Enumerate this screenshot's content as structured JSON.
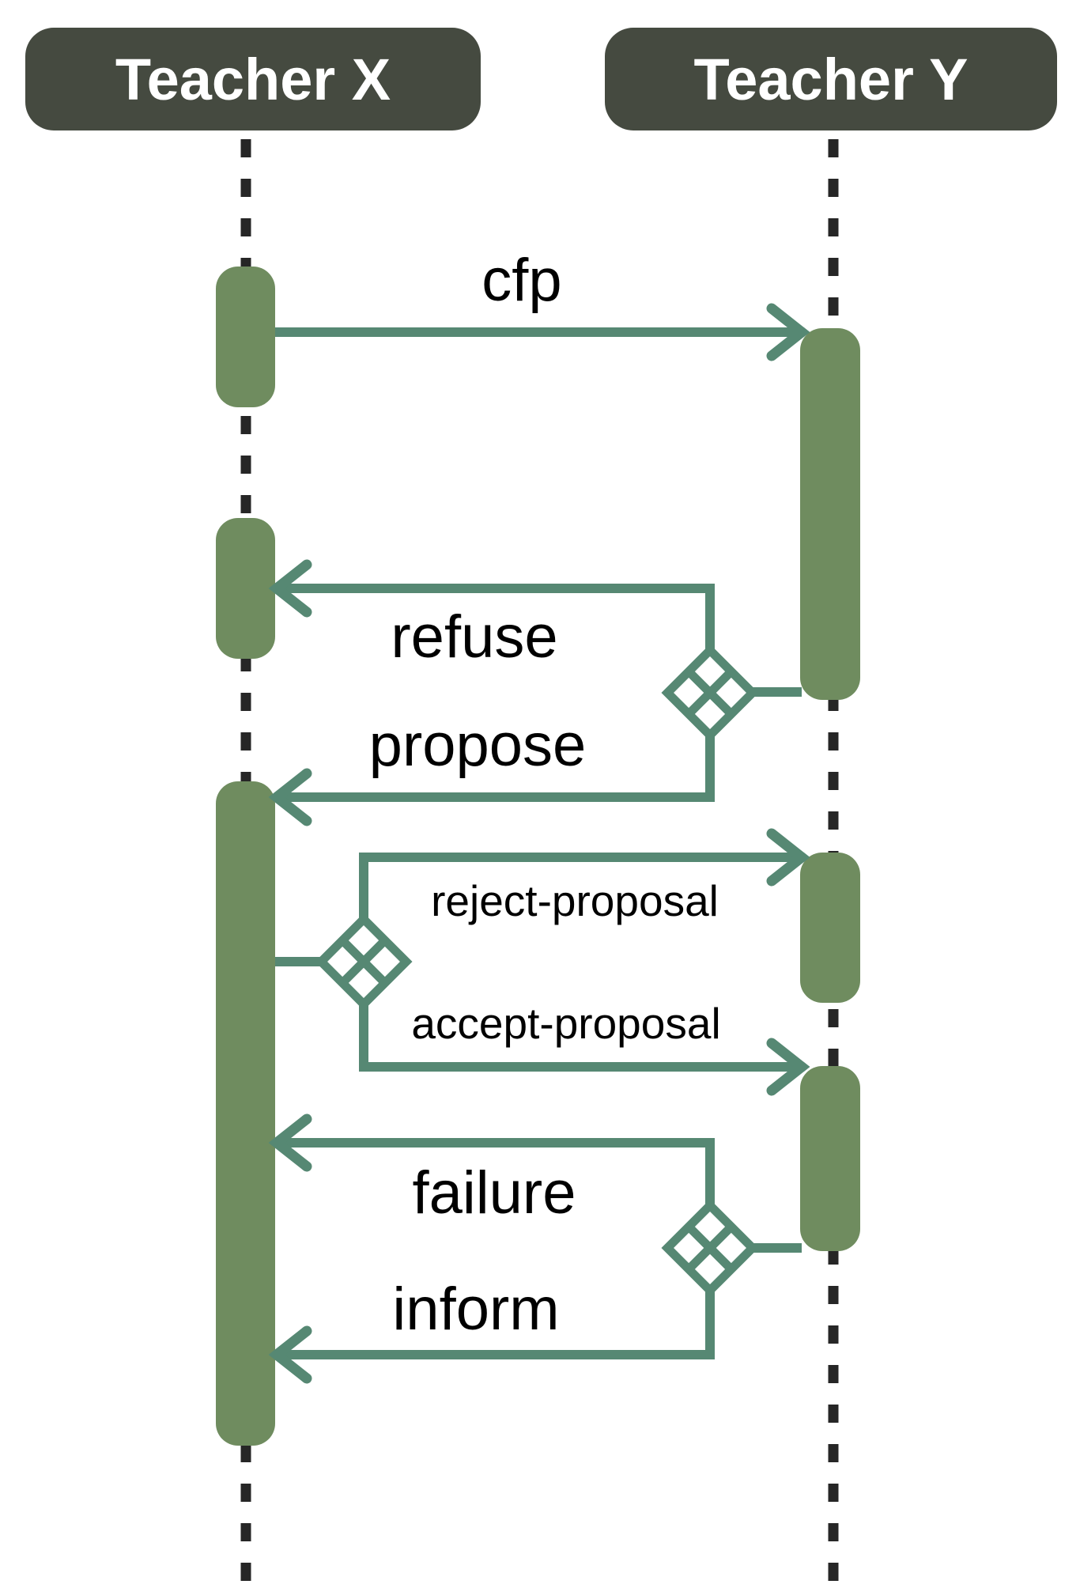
{
  "diagram": {
    "type": "uml-sequence-diagram",
    "protocol": "contract-net",
    "participants": [
      {
        "id": "teacher-x",
        "label": "Teacher X"
      },
      {
        "id": "teacher-y",
        "label": "Teacher Y"
      }
    ],
    "messages": [
      {
        "label": "cfp",
        "from": "teacher-x",
        "to": "teacher-y",
        "alternative_group": null
      },
      {
        "label": "refuse",
        "from": "teacher-y",
        "to": "teacher-x",
        "alternative_group": 1
      },
      {
        "label": "propose",
        "from": "teacher-y",
        "to": "teacher-x",
        "alternative_group": 1
      },
      {
        "label": "reject-proposal",
        "from": "teacher-x",
        "to": "teacher-y",
        "alternative_group": 2
      },
      {
        "label": "accept-proposal",
        "from": "teacher-x",
        "to": "teacher-y",
        "alternative_group": 2
      },
      {
        "label": "failure",
        "from": "teacher-y",
        "to": "teacher-x",
        "alternative_group": 3
      },
      {
        "label": "inform",
        "from": "teacher-y",
        "to": "teacher-x",
        "alternative_group": 3
      }
    ],
    "colors": {
      "header_bg": "#454a40",
      "header_text": "#ffffff",
      "activation": "#6f8c5f",
      "connector": "#568873",
      "lifeline": "#262626",
      "label_text": "#000000",
      "diamond_fill": "#ffffff"
    }
  }
}
